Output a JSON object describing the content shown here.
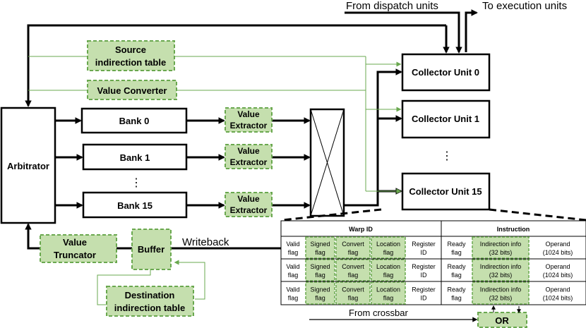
{
  "labels": {
    "from_dispatch": "From dispatch units",
    "to_execution": "To execution units",
    "source_indirection_line1": "Source",
    "source_indirection_line2": "indirection table",
    "value_converter": "Value Converter",
    "arbitrator": "Arbitrator",
    "bank0": "Bank 0",
    "bank1": "Bank 1",
    "bank15": "Bank 15",
    "bank_dots": "⋮",
    "value_extractor_line1": "Value",
    "value_extractor_line2": "Extractor",
    "collector0": "Collector Unit 0",
    "collector1": "Collector Unit 1",
    "collector15": "Collector Unit 15",
    "collector_dots": "⋮",
    "value_truncator_line1": "Value",
    "value_truncator_line2": "Truncator",
    "buffer": "Buffer",
    "writeback": "Writeback",
    "dest_indirection_line1": "Destination",
    "dest_indirection_line2": "indirection table",
    "from_crossbar": "From crossbar",
    "or": "OR"
  },
  "table": {
    "warp_id_header": "Warp ID",
    "instruction_header": "Instruction",
    "columns": [
      {
        "line1": "Valid",
        "line2": "flag",
        "highlight": false
      },
      {
        "line1": "Signed",
        "line2": "flag",
        "highlight": true
      },
      {
        "line1": "Convert",
        "line2": "flag",
        "highlight": true
      },
      {
        "line1": "Location",
        "line2": "flag",
        "highlight": true
      },
      {
        "line1": "Register",
        "line2": "ID",
        "highlight": false
      },
      {
        "line1": "Ready",
        "line2": "flag",
        "highlight": false
      },
      {
        "line1": "Indirection info",
        "line2": "(32 bits)",
        "highlight": true
      },
      {
        "line1": "Operand",
        "line2": "(1024 bits)",
        "highlight": false
      }
    ]
  },
  "colors": {
    "highlight_fill": "#c5dfae",
    "highlight_stroke": "#6aa84f"
  }
}
